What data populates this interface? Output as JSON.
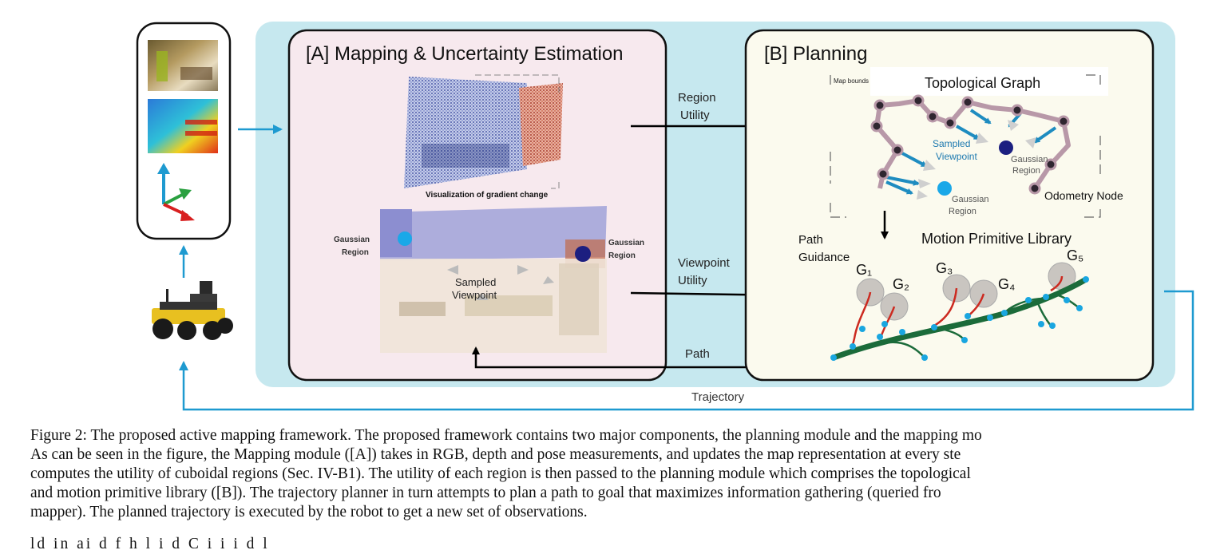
{
  "colors": {
    "accent_blue": "#1e9ad0",
    "panel_a_bg": "#f7e9ee",
    "panel_b_bg": "#fbfaee",
    "outer_bg": "#c6e8ef",
    "graph_edge": "#b898a8",
    "node_dark": "#2f2630",
    "mp_green": "#1b6b3a",
    "mp_red": "#cc2a20",
    "mp_point": "#19a6e0",
    "gaussian_dark": "#1c1f80",
    "gaussian_light": "#1aa8e8"
  },
  "panel_a": {
    "title": "[A] Mapping & Uncertainty Estimation",
    "viz_caption": "Visualization of gradient change",
    "gaussian_left": "Gaussian\nRegion",
    "gaussian_right": "Gaussian\nRegion",
    "sampled_viewpoint": "Sampled\nViewpoint"
  },
  "panel_b": {
    "title": "[B] Planning",
    "topological_graph": "Topological Graph",
    "map_bounds": "Map bounds",
    "sampled_viewpoint": "Sampled\nViewpoint",
    "gaussian_region_1": "Gaussian\nRegion",
    "gaussian_region_2": "Gaussian\nRegion",
    "odometry_node": "Odometry Node",
    "motion_primitive_library": "Motion Primitive Library",
    "path_guidance": "Path\nGuidance",
    "goals": [
      "G₁",
      "G₂",
      "G₃",
      "G₄",
      "G₅"
    ]
  },
  "arrows": {
    "region_utility": "Region\nUtility",
    "viewpoint_utility": "Viewpoint\nUtility",
    "path": "Path",
    "trajectory": "Trajectory"
  },
  "caption": {
    "lines": [
      "Figure 2: The proposed active mapping framework. The proposed framework contains two major components, the planning module and the mapping mo",
      "As can be seen in the figure, the Mapping module ([A]) takes in RGB, depth and pose measurements, and updates the map representation at every ste",
      "computes the utility of cuboidal regions (Sec. IV-B1). The utility of each region is then passed to the planning module which comprises the topological",
      "and motion primitive library ([B]).  The trajectory planner in turn attempts to plan a path to goal that maximizes information gathering (queried fro",
      "mapper). The planned trajectory is executed by the robot to get a new set of observations."
    ]
  },
  "body_fragment": "ld in ai    d f h l i d C i  i  i   d    l"
}
